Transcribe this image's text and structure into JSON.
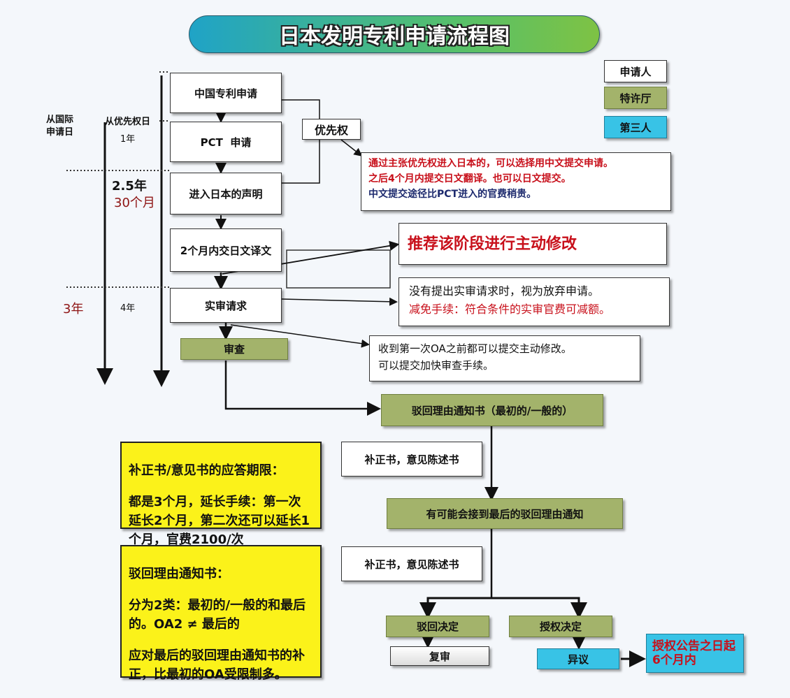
{
  "title": "日本发明专利申请流程图",
  "legend": {
    "applicant": "申请人",
    "jpo": "特许厅",
    "third_party": "第三人"
  },
  "timeline": {
    "from_intl_date": [
      "从国际",
      "申请日"
    ],
    "from_priority_date": "从优先权日",
    "one_year": "1年",
    "two_half_years": "2.5年",
    "thirty_months": "30个月",
    "three_years": "3年",
    "four_years": "4年"
  },
  "flow": {
    "cn_application": "中国专利申请",
    "pct_application": "PCT  申请",
    "priority": "优先权",
    "enter_japan": "进入日本的声明",
    "translation": "2个月内交日文译文",
    "exam_request": "实审请求",
    "examination": "审查",
    "first_oa": "驳回理由通知书（最初的/一般的）",
    "response1": "补正书，意见陈述书",
    "final_oa": "有可能会接到最后的驳回理由通知",
    "response2": "补正书，意见陈述书",
    "rejection": "驳回决定",
    "grant": "授权决定",
    "appeal": "复审",
    "opposition": "异议",
    "opposition_period": [
      "授权公告之日起",
      "6个月内"
    ]
  },
  "notes": {
    "priority_note": [
      "通过主张优先权进入日本的，可以选择用中文提交申请。",
      "之后4个月内提交日文翻译。也可以日文提交。",
      "中文提交途径比PCT进入的官费稍贵。"
    ],
    "amend_note": "推荐该阶段进行主动修改",
    "exam_note": [
      "没有提出实审请求时，视为放弃申请。",
      "减免手续：符合条件的实审官费可减额。"
    ],
    "review_note": [
      "收到第一次OA之前都可以提交主动修改。",
      "可以提交加快审查手续。"
    ]
  },
  "yellow1": [
    "补正书/意见书的应答期限：",
    "都是3个月，延长手续：第一次延长2个月，第二次还可以延长1个月，官费2100/次"
  ],
  "yellow2": [
    "驳回理由通知书：",
    "分为2类：最初的/一般的和最后的。OA2 ≠ 最后的",
    "应对最后的驳回理由通知书的补正，比最初的OA受限制多。"
  ]
}
